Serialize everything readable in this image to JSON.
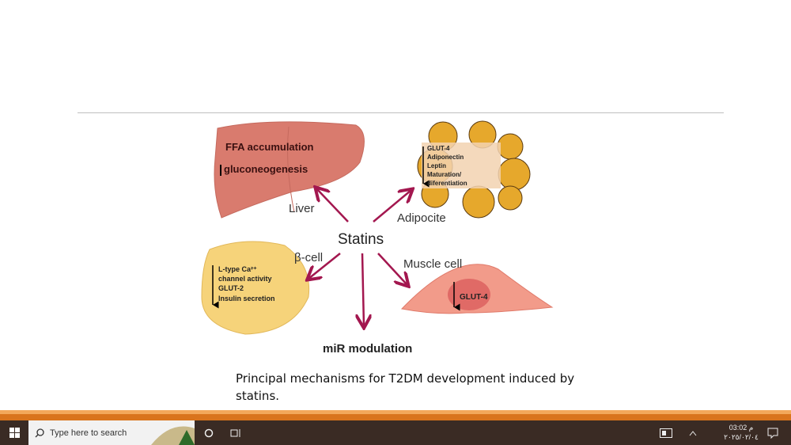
{
  "figure": {
    "center": "Statins",
    "liver": {
      "label": "Liver",
      "line1": "FFA accumulation",
      "line2": "gluconeogenesis"
    },
    "adipocite": {
      "label": "Adipocite",
      "items": [
        "GLUT-4",
        "Adiponectin",
        "Leptin",
        "Maturation/",
        "diferentiation"
      ]
    },
    "beta": {
      "label": "β-cell",
      "items": [
        "L-type Ca²⁺",
        "channel activity",
        "GLUT-2",
        "Insulin secretion"
      ]
    },
    "muscle": {
      "label": "Muscle cell",
      "item": "GLUT-4"
    },
    "mir": "miR modulation"
  },
  "caption": "Principal mechanisms for T2DM development induced by statins.",
  "taskbar": {
    "search_placeholder": "Type here to search",
    "time": "03:02 م",
    "date": "٢٠٢٥/٠٢/٠٤"
  },
  "colors": {
    "arrow": "#a3174f",
    "accent": "#d9741c"
  }
}
